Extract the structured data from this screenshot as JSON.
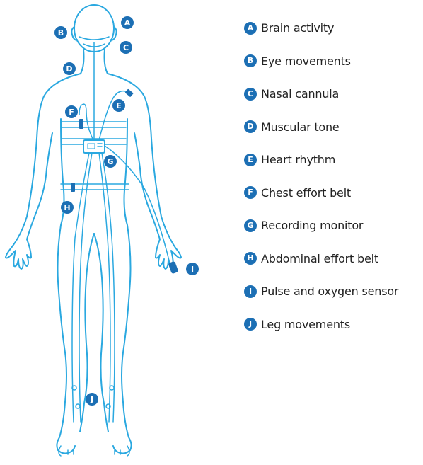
{
  "colors": {
    "outline": "#2aa8e0",
    "badge": "#1c6fb4",
    "text": "#222222"
  },
  "callouts": {
    "A": "A",
    "B": "B",
    "C": "C",
    "D": "D",
    "E": "E",
    "F": "F",
    "G": "G",
    "H": "H",
    "I": "I",
    "J": "J"
  },
  "legend": [
    {
      "letter": "A",
      "label": "Brain activity"
    },
    {
      "letter": "B",
      "label": "Eye movements"
    },
    {
      "letter": "C",
      "label": "Nasal cannula"
    },
    {
      "letter": "D",
      "label": "Muscular tone"
    },
    {
      "letter": "E",
      "label": "Heart rhythm"
    },
    {
      "letter": "F",
      "label": "Chest effort belt"
    },
    {
      "letter": "G",
      "label": "Recording monitor"
    },
    {
      "letter": "H",
      "label": "Abdominal effort belt"
    },
    {
      "letter": "I",
      "label": "Pulse and oxygen sensor"
    },
    {
      "letter": "J",
      "label": "Leg movements"
    }
  ]
}
